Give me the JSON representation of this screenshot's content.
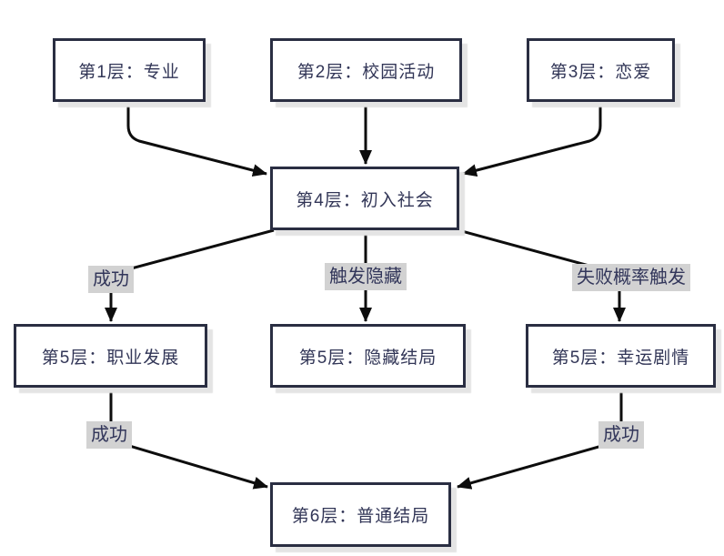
{
  "diagram": {
    "type": "flowchart",
    "nodes": [
      {
        "id": "layer1",
        "label": "第1层：专业"
      },
      {
        "id": "layer2",
        "label": "第2层：校园活动"
      },
      {
        "id": "layer3",
        "label": "第3层：恋爱"
      },
      {
        "id": "layer4",
        "label": "第4层：初入社会"
      },
      {
        "id": "layer5-career",
        "label": "第5层：职业发展"
      },
      {
        "id": "layer5-hidden",
        "label": "第5层：隐藏结局"
      },
      {
        "id": "layer5-lucky",
        "label": "第5层：幸运剧情"
      },
      {
        "id": "layer6",
        "label": "第6层：普通结局"
      }
    ],
    "edges": [
      {
        "from": "layer1",
        "to": "layer4",
        "label": ""
      },
      {
        "from": "layer2",
        "to": "layer4",
        "label": ""
      },
      {
        "from": "layer3",
        "to": "layer4",
        "label": ""
      },
      {
        "from": "layer4",
        "to": "layer5-career",
        "label": "成功"
      },
      {
        "from": "layer4",
        "to": "layer5-hidden",
        "label": "触发隐藏"
      },
      {
        "from": "layer4",
        "to": "layer5-lucky",
        "label": "失败概率触发"
      },
      {
        "from": "layer5-career",
        "to": "layer6",
        "label": "成功"
      },
      {
        "from": "layer5-lucky",
        "to": "layer6",
        "label": "成功"
      }
    ],
    "colors": {
      "node_border": "#2a2e42",
      "node_fill": "#ffffff",
      "node_text": "#323657",
      "node_shadow": "#e4e4e4",
      "arrow": "#0d0d0d",
      "edge_label_bg": "#d2d2d2",
      "background": "#ffffff"
    }
  }
}
